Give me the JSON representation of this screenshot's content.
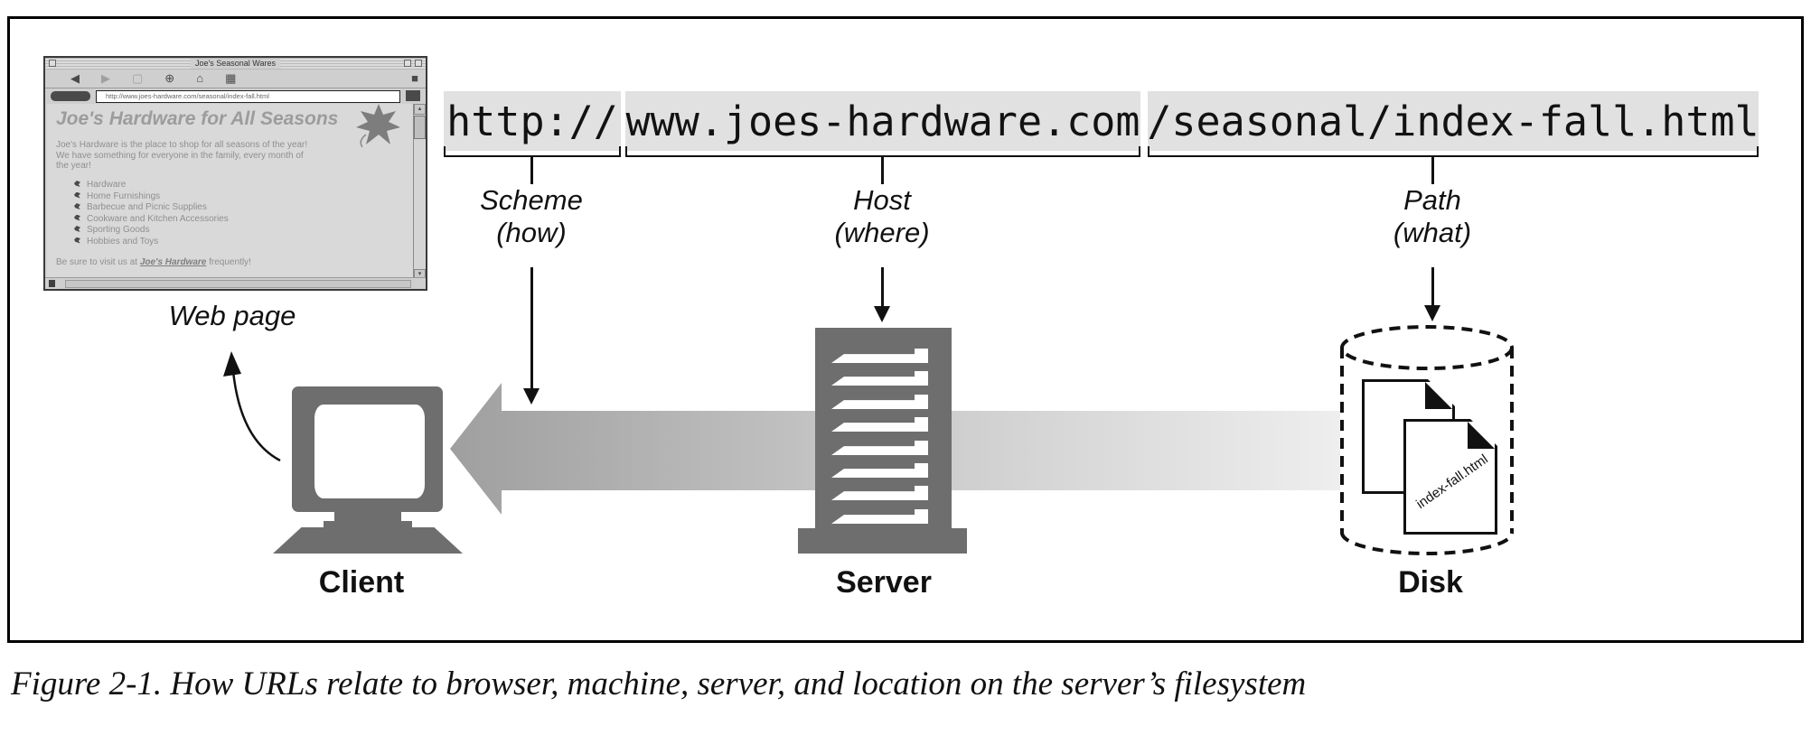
{
  "figure": {
    "caption": "Figure 2-1. How URLs relate to browser, machine, server, and location on the server’s filesystem"
  },
  "url": {
    "scheme": "http://",
    "host": "www.joes-hardware.com",
    "path": "/seasonal/index-fall.html"
  },
  "annotations": {
    "scheme": {
      "title": "Scheme",
      "sub": "(how)"
    },
    "host": {
      "title": "Host",
      "sub": "(where)"
    },
    "path": {
      "title": "Path",
      "sub": "(what)"
    },
    "web_page": "Web page"
  },
  "nodes": {
    "client": "Client",
    "server": "Server",
    "disk": "Disk",
    "disk_file": "index-fall.html"
  },
  "browser": {
    "title": "Joe's Seasonal Wares",
    "address": "http://www.joes-hardware.com/seasonal/index-fall.html",
    "heading": "Joe's Hardware for All Seasons",
    "intro_lines": [
      "Joe's Hardware is the place to shop for all seasons of the year!",
      "We have something for everyone in the family, every month of",
      "the year!"
    ],
    "list": [
      "Hardware",
      "Home Furnishings",
      "Barbecue and Picnic Supplies",
      "Cookware and Kitchen Accessories",
      "Sporting Goods",
      "Hobbies and Toys"
    ],
    "closing_prefix": "Be sure to visit us at ",
    "closing_link": "Joe's Hardware",
    "closing_suffix": " frequently!",
    "icons": {
      "back": "◀",
      "forward": "▶",
      "stop": "▢",
      "globe": "⊕",
      "home": "⌂",
      "print": "▦",
      "scroll_up": "▴",
      "scroll_down": "▾"
    }
  },
  "colors": {
    "icon_gray": "#6e6e6e",
    "url_box_bg": "#e1e1e1",
    "arrow_dark": "#9f9f9f",
    "arrow_light": "#eeeeee",
    "ink": "#111111"
  }
}
